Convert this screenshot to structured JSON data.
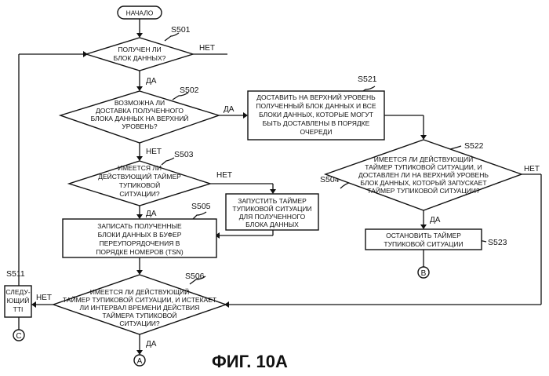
{
  "start": "НАЧАЛО",
  "steps": {
    "s501": {
      "id": "S501",
      "lines": [
        "ПОЛУЧЕН ЛИ",
        "БЛОК ДАННЫХ?"
      ]
    },
    "s502": {
      "id": "S502",
      "lines": [
        "ВОЗМОЖНА ЛИ",
        "ДОСТАВКА ПОЛУЧЕННОГО",
        "БЛОКА ДАННЫХ НА ВЕРХНИЙ",
        "УРОВЕНЬ?"
      ]
    },
    "s503": {
      "id": "S503",
      "lines": [
        "ИМЕЕТСЯ ЛИ",
        "ДЕЙСТВУЮЩИЙ ТАЙМЕР",
        "ТУПИКОВОЙ",
        "СИТУАЦИИ?"
      ]
    },
    "s504": {
      "id": "S504",
      "lines": [
        "ЗАПУСТИТЬ ТАЙМЕР",
        "ТУПИКОВОЙ СИТУАЦИИ",
        "ДЛЯ ПОЛУЧЕННОГО",
        "БЛОКА ДАННЫХ"
      ]
    },
    "s505": {
      "id": "S505",
      "lines": [
        "ЗАПИСАТЬ ПОЛУЧЕННЫЕ",
        "БЛОКИ ДАННЫХ В БУФЕР",
        "ПЕРЕУПОРЯДОЧЕНИЯ В",
        "ПОРЯДКЕ НОМЕРОВ (TSN)"
      ]
    },
    "s506": {
      "id": "S506",
      "lines": [
        "ИМЕЕТСЯ ЛИ ДЕЙСТВУЮЩИЙ",
        "ТАЙМЕР ТУПИКОВОЙ СИТУАЦИИ, И ИСТЕКАЕТ",
        "ЛИ ИНТЕРВАЛ ВРЕМЕНИ ДЕЙСТВИЯ",
        "ТАЙМЕРА ТУПИКОВОЙ",
        "СИТУАЦИИ?"
      ]
    },
    "s511": {
      "id": "S511",
      "lines": [
        "СЛЕДУ-",
        "ЮЩИЙ",
        "TTI"
      ]
    },
    "s521": {
      "id": "S521",
      "lines": [
        "ДОСТАВИТЬ НА ВЕРХНИЙ УРОВЕНЬ",
        "ПОЛУЧЕННЫЙ БЛОК ДАННЫХ И ВСЕ",
        "БЛОКИ ДАННЫХ, КОТОРЫЕ МОГУТ",
        "БЫТЬ ДОСТАВЛЕНЫ В ПОРЯДКЕ",
        "ОЧЕРЕДИ"
      ]
    },
    "s522": {
      "id": "S522",
      "lines": [
        "ИМЕЕТСЯ ЛИ ДЕЙСТВУЮЩИЙ",
        "ТАЙМЕР ТУПИКОВОЙ СИТУАЦИИ, И",
        "ДОСТАВЛЕН ЛИ НА ВЕРХНИЙ УРОВЕНЬ",
        "БЛОК ДАННЫХ, КОТОРЫЙ ЗАПУСКАЕТ",
        "ТАЙМЕР ТУПИКОВОЙ СИТУАЦИИ?"
      ]
    },
    "s523": {
      "id": "S523",
      "lines": [
        "ОСТАНОВИТЬ ТАЙМЕР",
        "ТУПИКОВОЙ СИТУАЦИИ"
      ]
    }
  },
  "labels": {
    "yes": "ДА",
    "no": "НЕТ"
  },
  "connectors": {
    "a": "A",
    "b": "B",
    "c": "C"
  },
  "figure_caption": "ФИГ. 10А"
}
